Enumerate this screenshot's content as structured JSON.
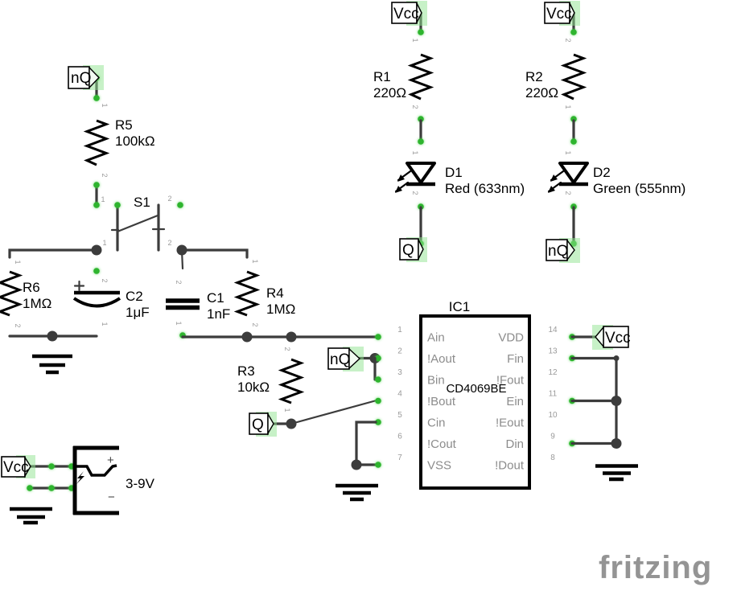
{
  "watermark": "fritzing",
  "colors": {
    "wire": "#3c3c3c",
    "connected_green": "#2eb42e",
    "unconnected_red": "#c84b4b",
    "component_body": "#000000",
    "pin_text_gray": "#8c8c8c",
    "background": "#ffffff"
  },
  "digits": {
    "one": "1",
    "two": "2"
  },
  "net_labels": {
    "nq_top": "nQ",
    "vcc_r1": "Vcc",
    "vcc_r2": "Vcc",
    "q_d1": "Q",
    "nq_d2": "nQ",
    "nq_ic": "nQ",
    "q_r3": "Q",
    "vcc_ic": "Vcc",
    "vcc_bat": "Vcc"
  },
  "components": {
    "r1": {
      "ref": "R1",
      "value": "220Ω"
    },
    "r2": {
      "ref": "R2",
      "value": "220Ω"
    },
    "r3": {
      "ref": "R3",
      "value": "10kΩ"
    },
    "r4": {
      "ref": "R4",
      "value": "1MΩ"
    },
    "r5": {
      "ref": "R5",
      "value": "100kΩ"
    },
    "r6": {
      "ref": "R6",
      "value": "1MΩ"
    },
    "c1": {
      "ref": "C1",
      "value": "1nF"
    },
    "c2": {
      "ref": "C2",
      "value": "1μF",
      "plus": "+"
    },
    "d1": {
      "ref": "D1",
      "value": "Red (633nm)"
    },
    "d2": {
      "ref": "D2",
      "value": "Green (555nm)"
    },
    "s1": {
      "ref": "S1"
    },
    "battery": {
      "value": "3-9V",
      "plus": "+",
      "minus": "−"
    },
    "ic1": {
      "ref": "IC1",
      "part": "CD4069BE",
      "left_pins": [
        {
          "num": "1",
          "name": "Ain"
        },
        {
          "num": "2",
          "name": "!Aout"
        },
        {
          "num": "3",
          "name": "Bin"
        },
        {
          "num": "4",
          "name": "!Bout"
        },
        {
          "num": "5",
          "name": "Cin"
        },
        {
          "num": "6",
          "name": "!Cout"
        },
        {
          "num": "7",
          "name": "VSS"
        }
      ],
      "right_pins": [
        {
          "num": "14",
          "name": "VDD"
        },
        {
          "num": "13",
          "name": "Fin"
        },
        {
          "num": "12",
          "name": "!Fout"
        },
        {
          "num": "11",
          "name": "Ein"
        },
        {
          "num": "10",
          "name": "!Eout"
        },
        {
          "num": "9",
          "name": "Din"
        },
        {
          "num": "8",
          "name": "!Dout"
        }
      ]
    }
  }
}
